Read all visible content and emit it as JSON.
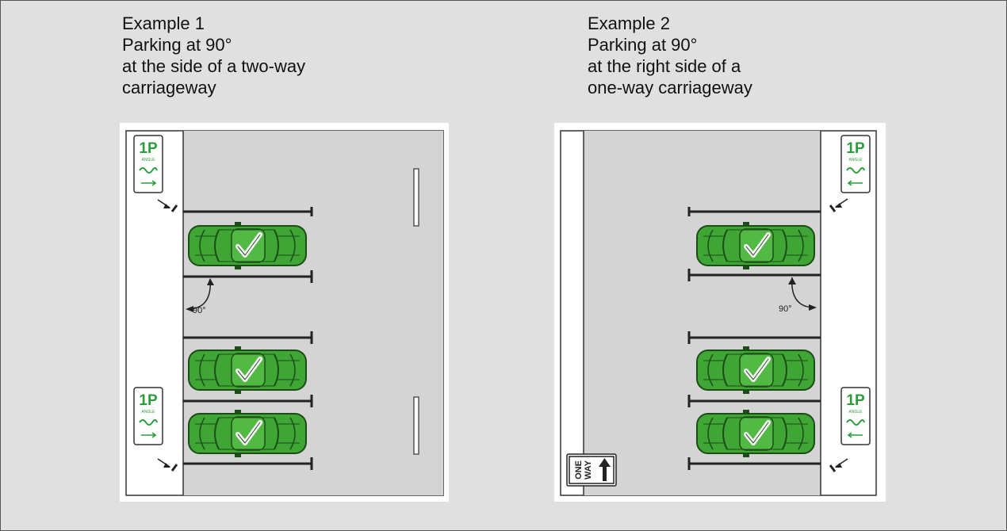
{
  "examples": [
    {
      "title": "Example 1",
      "lines": [
        "Parking at 90°",
        "at the side of a two-way",
        "carriageway"
      ]
    },
    {
      "title": "Example 2",
      "lines": [
        "Parking at 90°",
        "at the right side of a",
        "one-way carriageway"
      ]
    }
  ],
  "sign": {
    "main": "1P",
    "sub": "ANGLE"
  },
  "angle_label": "90°",
  "oneway_sign": {
    "line1": "ONE",
    "line2": "WAY"
  },
  "colors": {
    "car": "#3fa535",
    "road": "#d4d4d4",
    "sign_text": "#2a9d3a"
  }
}
